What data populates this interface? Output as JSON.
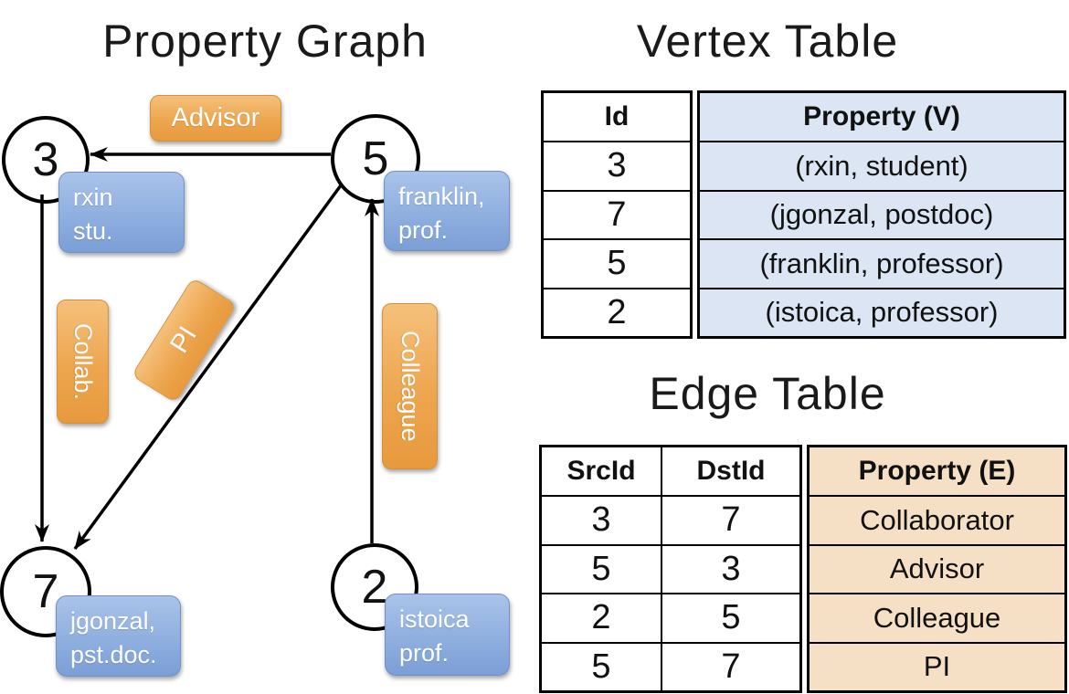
{
  "left_panel": {
    "title": "Property Graph",
    "vertices": [
      {
        "id": "3",
        "label_line1": "rxin",
        "label_line2": "stu."
      },
      {
        "id": "5",
        "label_line1": "franklin,",
        "label_line2": "prof."
      },
      {
        "id": "7",
        "label_line1": "jgonzal,",
        "label_line2": "pst.doc."
      },
      {
        "id": "2",
        "label_line1": "istoica",
        "label_line2": "prof."
      }
    ],
    "edge_labels": {
      "advisor": "Advisor",
      "collab": "Collab.",
      "pi": "PI",
      "colleague": "Colleague"
    }
  },
  "right_panel": {
    "vertex_table": {
      "title": "Vertex Table",
      "headers": {
        "id": "Id",
        "property": "Property (V)"
      },
      "rows": [
        {
          "id": "3",
          "property": "(rxin, student)"
        },
        {
          "id": "7",
          "property": "(jgonzal, postdoc)"
        },
        {
          "id": "5",
          "property": "(franklin, professor)"
        },
        {
          "id": "2",
          "property": "(istoica, professor)"
        }
      ]
    },
    "edge_table": {
      "title": "Edge Table",
      "headers": {
        "src": "SrcId",
        "dst": "DstId",
        "property": "Property (E)"
      },
      "rows": [
        {
          "src": "3",
          "dst": "7",
          "property": "Collaborator"
        },
        {
          "src": "5",
          "dst": "3",
          "property": "Advisor"
        },
        {
          "src": "2",
          "dst": "5",
          "property": "Colleague"
        },
        {
          "src": "5",
          "dst": "7",
          "property": "PI"
        }
      ]
    }
  },
  "colors": {
    "vertex_box_top": "#a9c3ea",
    "vertex_box_bottom": "#7b9ed6",
    "edge_box_top": "#f5c07b",
    "edge_box_bottom": "#e8993d",
    "vertex_table_property_bg": "#dbe5f4",
    "edge_table_property_bg": "#f6e0c5",
    "line_color": "#000000"
  }
}
